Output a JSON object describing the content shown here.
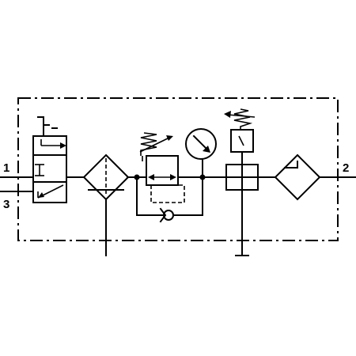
{
  "ports": {
    "port_1": "1",
    "port_2": "2",
    "port_3": "3"
  }
}
